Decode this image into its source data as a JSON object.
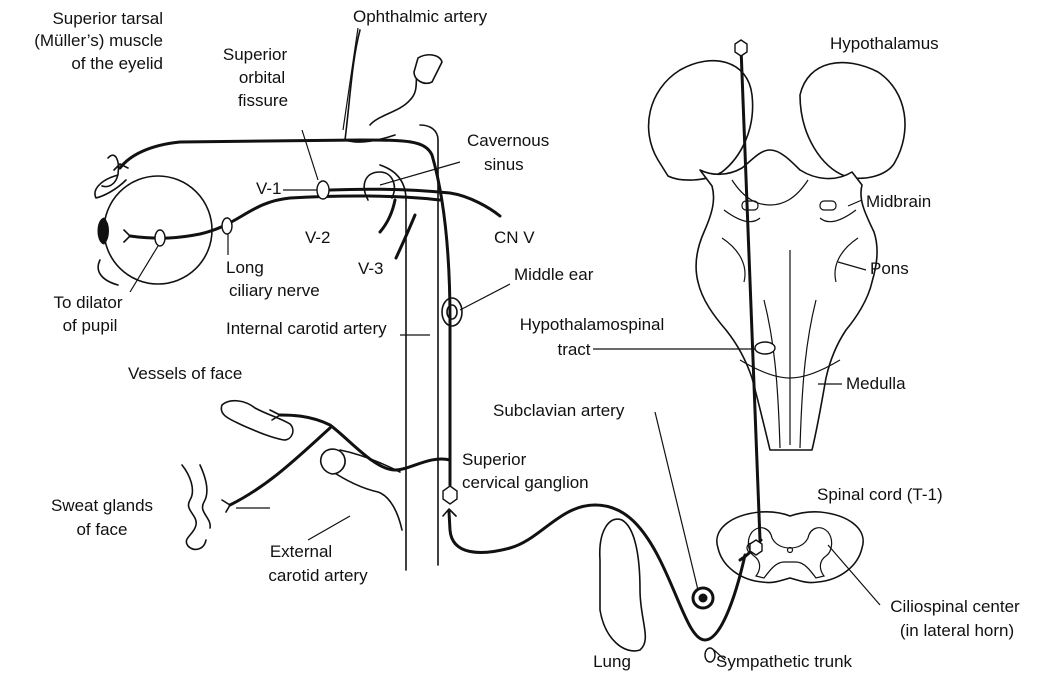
{
  "labels": {
    "superior_tarsal": [
      "Superior tarsal",
      "(Müller’s) muscle",
      "of the eyelid"
    ],
    "ophthalmic_artery": "Ophthalmic artery",
    "superior_orbital_fissure": [
      "Superior",
      "orbital",
      "fissure"
    ],
    "cavernous_sinus": [
      "Cavernous",
      "sinus"
    ],
    "v1": "V-1",
    "v2": "V-2",
    "v3": "V-3",
    "cn_v": "CN V",
    "long_ciliary_nerve": [
      "Long",
      "ciliary nerve"
    ],
    "to_dilator_of_pupil": [
      "To dilator",
      "of pupil"
    ],
    "middle_ear": "Middle ear",
    "internal_carotid_artery": "Internal carotid artery",
    "vessels_of_face": "Vessels of face",
    "sweat_glands_of_face": [
      "Sweat glands",
      "of face"
    ],
    "external_carotid_artery": [
      "External",
      "carotid artery"
    ],
    "superior_cervical_ganglion": [
      "Superior",
      "cervical ganglion"
    ],
    "subclavian_artery": "Subclavian artery",
    "lung": "Lung",
    "sympathetic_trunk": "Sympathetic trunk",
    "hypothalamus": "Hypothalamus",
    "midbrain": "Midbrain",
    "pons": "Pons",
    "hypothalamospinal_tract": [
      "Hypothalamospinal",
      "tract"
    ],
    "medulla": "Medulla",
    "spinal_cord": "Spinal cord (T-1)",
    "ciliospinal_center": [
      "Ciliospinal center",
      "(in lateral horn)"
    ]
  }
}
